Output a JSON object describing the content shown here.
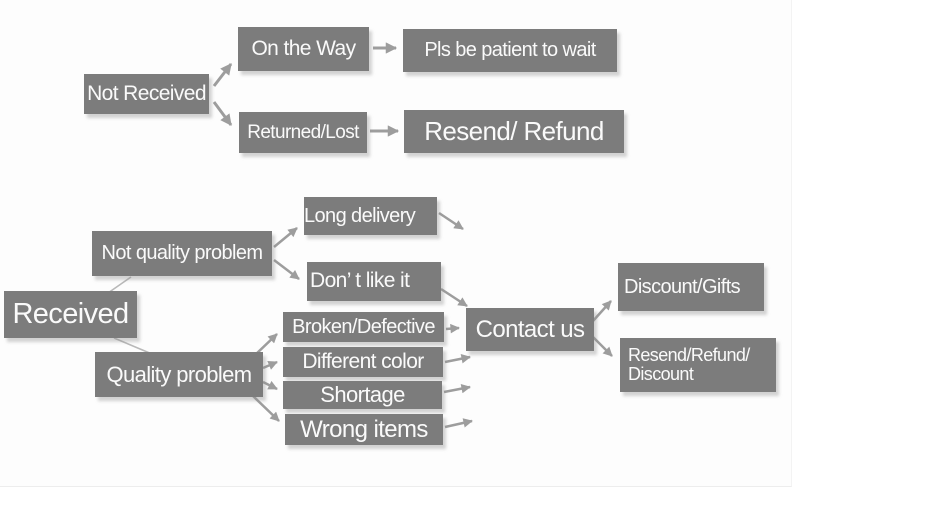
{
  "diagram": {
    "type": "flowchart",
    "colors": {
      "node_background": "#7c7c7c",
      "node_text": "#fafafa",
      "arrow": "#9d9d9d",
      "connector": "#b9b9b9",
      "canvas_background": "#fdfdfd",
      "page_background": "#ffffff"
    },
    "nodes": {
      "not_received": {
        "label": "Not Received"
      },
      "on_the_way": {
        "label": "On the Way"
      },
      "pls_be_patient_to_wait": {
        "label": "Pls be patient to wait"
      },
      "returned_lost": {
        "label": "Returned/Lost"
      },
      "resend_refund": {
        "label": "Resend/ Refund"
      },
      "received": {
        "label": "Received"
      },
      "not_quality_problem": {
        "label": "Not quality problem"
      },
      "long_delivery": {
        "label": "Long delivery"
      },
      "dont_like_it": {
        "label": "Don’ t like it"
      },
      "quality_problem": {
        "label": "Quality problem"
      },
      "broken_defective": {
        "label": "Broken/Defective"
      },
      "different_color": {
        "label": "Different color"
      },
      "shortage": {
        "label": "Shortage"
      },
      "wrong_items": {
        "label": "Wrong items"
      },
      "contact_us": {
        "label": "Contact us"
      },
      "discount_gifts": {
        "label": "Discount/Gifts"
      },
      "resend_refund_discount": {
        "lines": [
          "Resend/Refund/",
          "Discount"
        ]
      }
    },
    "edges": [
      {
        "from": "not_received",
        "to": "on_the_way"
      },
      {
        "from": "not_received",
        "to": "returned_lost"
      },
      {
        "from": "on_the_way",
        "to": "pls_be_patient_to_wait"
      },
      {
        "from": "returned_lost",
        "to": "resend_refund"
      },
      {
        "from": "received",
        "to": "not_quality_problem"
      },
      {
        "from": "received",
        "to": "quality_problem"
      },
      {
        "from": "not_quality_problem",
        "to": "long_delivery"
      },
      {
        "from": "not_quality_problem",
        "to": "dont_like_it"
      },
      {
        "from": "long_delivery",
        "to": "contact_us"
      },
      {
        "from": "dont_like_it",
        "to": "contact_us"
      },
      {
        "from": "quality_problem",
        "to": "broken_defective"
      },
      {
        "from": "quality_problem",
        "to": "different_color"
      },
      {
        "from": "quality_problem",
        "to": "shortage"
      },
      {
        "from": "quality_problem",
        "to": "wrong_items"
      },
      {
        "from": "broken_defective",
        "to": "contact_us"
      },
      {
        "from": "different_color",
        "to": "contact_us"
      },
      {
        "from": "shortage",
        "to": "contact_us"
      },
      {
        "from": "wrong_items",
        "to": "contact_us"
      },
      {
        "from": "contact_us",
        "to": "discount_gifts"
      },
      {
        "from": "contact_us",
        "to": "resend_refund_discount"
      }
    ]
  }
}
